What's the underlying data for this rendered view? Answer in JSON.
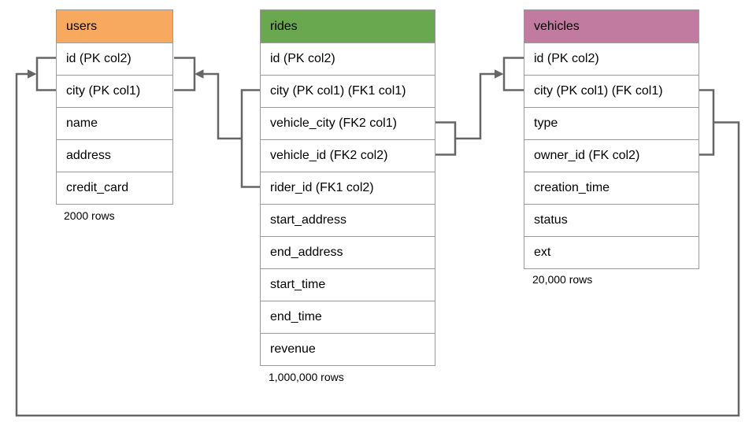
{
  "diagram": {
    "line_color": "#666666",
    "border_color": "#9a9a9a",
    "tables": [
      {
        "name": "users",
        "header_color": "#f6a95f",
        "columns": [
          "id (PK col2)",
          "city (PK col1)",
          "name",
          "address",
          "credit_card"
        ],
        "row_count_label": "2000 rows"
      },
      {
        "name": "rides",
        "header_color": "#6aa84f",
        "columns": [
          "id (PK col2)",
          "city (PK col1) (FK1 col1)",
          "vehicle_city (FK2 col1)",
          "vehicle_id (FK2 col2)",
          "rider_id (FK1 col2)",
          "start_address",
          "end_address",
          "start_time",
          "end_time",
          "revenue"
        ],
        "row_count_label": "1,000,000 rows"
      },
      {
        "name": "vehicles",
        "header_color": "#c27ba0",
        "columns": [
          "id (PK col2)",
          "city (PK col1) (FK col1)",
          "type",
          "owner_id (FK col2)",
          "creation_time",
          "status",
          "ext"
        ],
        "row_count_label": "20,000 rows"
      }
    ],
    "relationships": [
      {
        "name": "FK1",
        "from_table": "rides",
        "from_columns": [
          "city",
          "rider_id"
        ],
        "to_table": "users",
        "to_columns": [
          "id",
          "city"
        ]
      },
      {
        "name": "FK2",
        "from_table": "rides",
        "from_columns": [
          "vehicle_city",
          "vehicle_id"
        ],
        "to_table": "vehicles",
        "to_columns": [
          "id",
          "city"
        ]
      },
      {
        "name": "FK",
        "from_table": "vehicles",
        "from_columns": [
          "city",
          "owner_id"
        ],
        "to_table": "users",
        "to_columns": [
          "id",
          "city"
        ]
      }
    ]
  }
}
